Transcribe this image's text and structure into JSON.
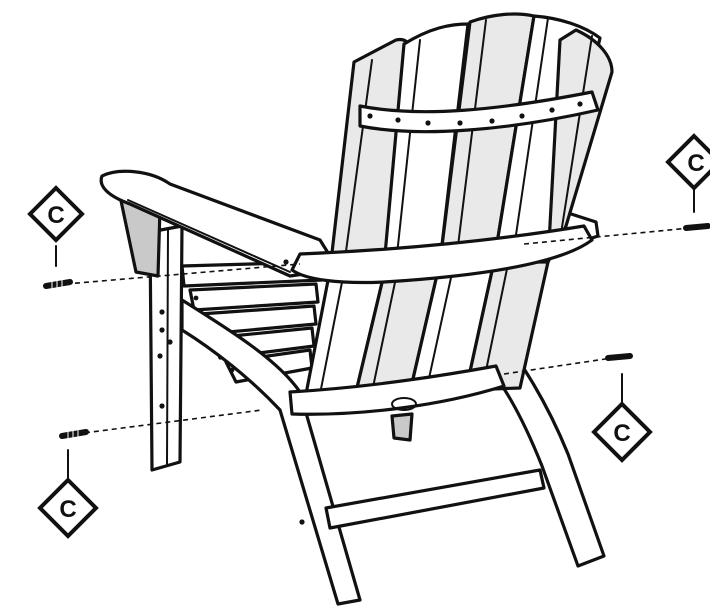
{
  "diagram": {
    "callouts": [
      {
        "id": "left-upper",
        "label": "C"
      },
      {
        "id": "left-lower",
        "label": "C"
      },
      {
        "id": "right-upper",
        "label": "C"
      },
      {
        "id": "right-lower",
        "label": "C"
      }
    ]
  }
}
